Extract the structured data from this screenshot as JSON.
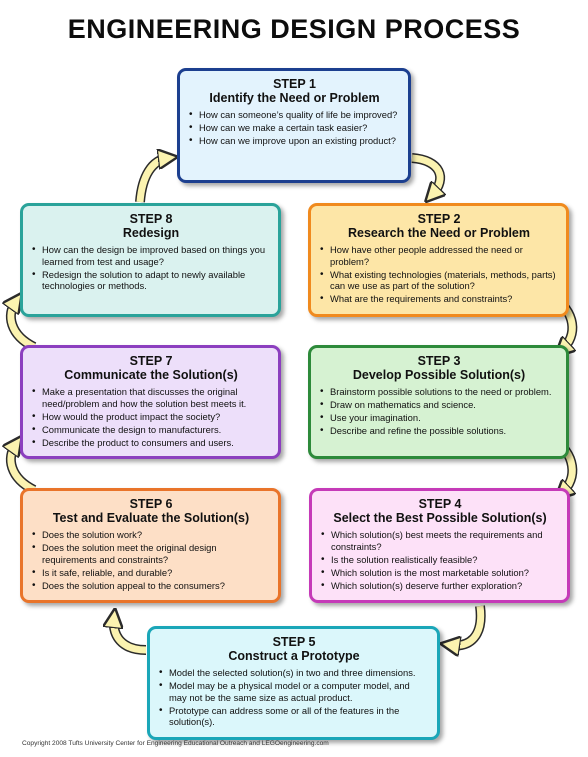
{
  "title": "ENGINEERING DESIGN PROCESS",
  "steps": [
    {
      "number": "STEP 1",
      "name": "Identify the Need or Problem",
      "bullets": [
        "How can someone’s quality of life be improved?",
        "How can we make a certain task easier?",
        "How can we improve upon an existing product?"
      ]
    },
    {
      "number": "STEP 2",
      "name": "Research the Need or Problem",
      "bullets": [
        "How have other people addressed the need or problem?",
        "What existing technologies (materials, methods, parts) can we use as part of the solution?",
        "What are the requirements and constraints?"
      ]
    },
    {
      "number": "STEP 3",
      "name": "Develop Possible Solution(s)",
      "bullets": [
        "Brainstorm possible solutions to the need or problem.",
        "Draw on mathematics and science.",
        "Use your imagination.",
        "Describe and refine the possible solutions."
      ]
    },
    {
      "number": "STEP 4",
      "name": "Select the Best Possible Solution(s)",
      "bullets": [
        "Which solution(s) best meets the requirements and constraints?",
        "Is the solution realistically feasible?",
        "Which solution is the most marketable solution?",
        "Which solution(s) deserve further exploration?"
      ]
    },
    {
      "number": "STEP 5",
      "name": "Construct a Prototype",
      "bullets": [
        "Model the selected solution(s) in two and three dimensions.",
        "Model may be a physical model or a computer model, and may not be the same size as actual product.",
        "Prototype can address some or all of the features in the solution(s)."
      ]
    },
    {
      "number": "STEP 6",
      "name": "Test and Evaluate the Solution(s)",
      "bullets": [
        "Does the solution work?",
        "Does the solution meet the original design requirements and constraints?",
        "Is it safe, reliable, and durable?",
        "Does the solution appeal to the consumers?"
      ]
    },
    {
      "number": "STEP 7",
      "name": "Communicate the Solution(s)",
      "bullets": [
        "Make a presentation that discusses the original need/problem and how the solution best meets it.",
        "How would the product impact the society?",
        "Communicate the design to manufacturers.",
        "Describe the product to consumers and users."
      ]
    },
    {
      "number": "STEP 8",
      "name": "Redesign",
      "bullets": [
        "How can the design be improved based on things you learned from test and usage?",
        "Redesign the solution to adapt to newly available technologies or methods."
      ]
    }
  ],
  "copyright": "Copyright 2008 Tufts University Center for Engineering Educational Outreach and LEGOengineering.com",
  "colors": {
    "step1": "#1c3f8f",
    "step2": "#f08a1e",
    "step3": "#2d8a3a",
    "step4": "#c53ab8",
    "step5": "#1aa6b8",
    "step6": "#e9742a",
    "step7": "#8c3fbf",
    "step8": "#2aa39a",
    "arrow_fill": "#fbf3b0",
    "arrow_stroke": "#2b2b2b"
  }
}
